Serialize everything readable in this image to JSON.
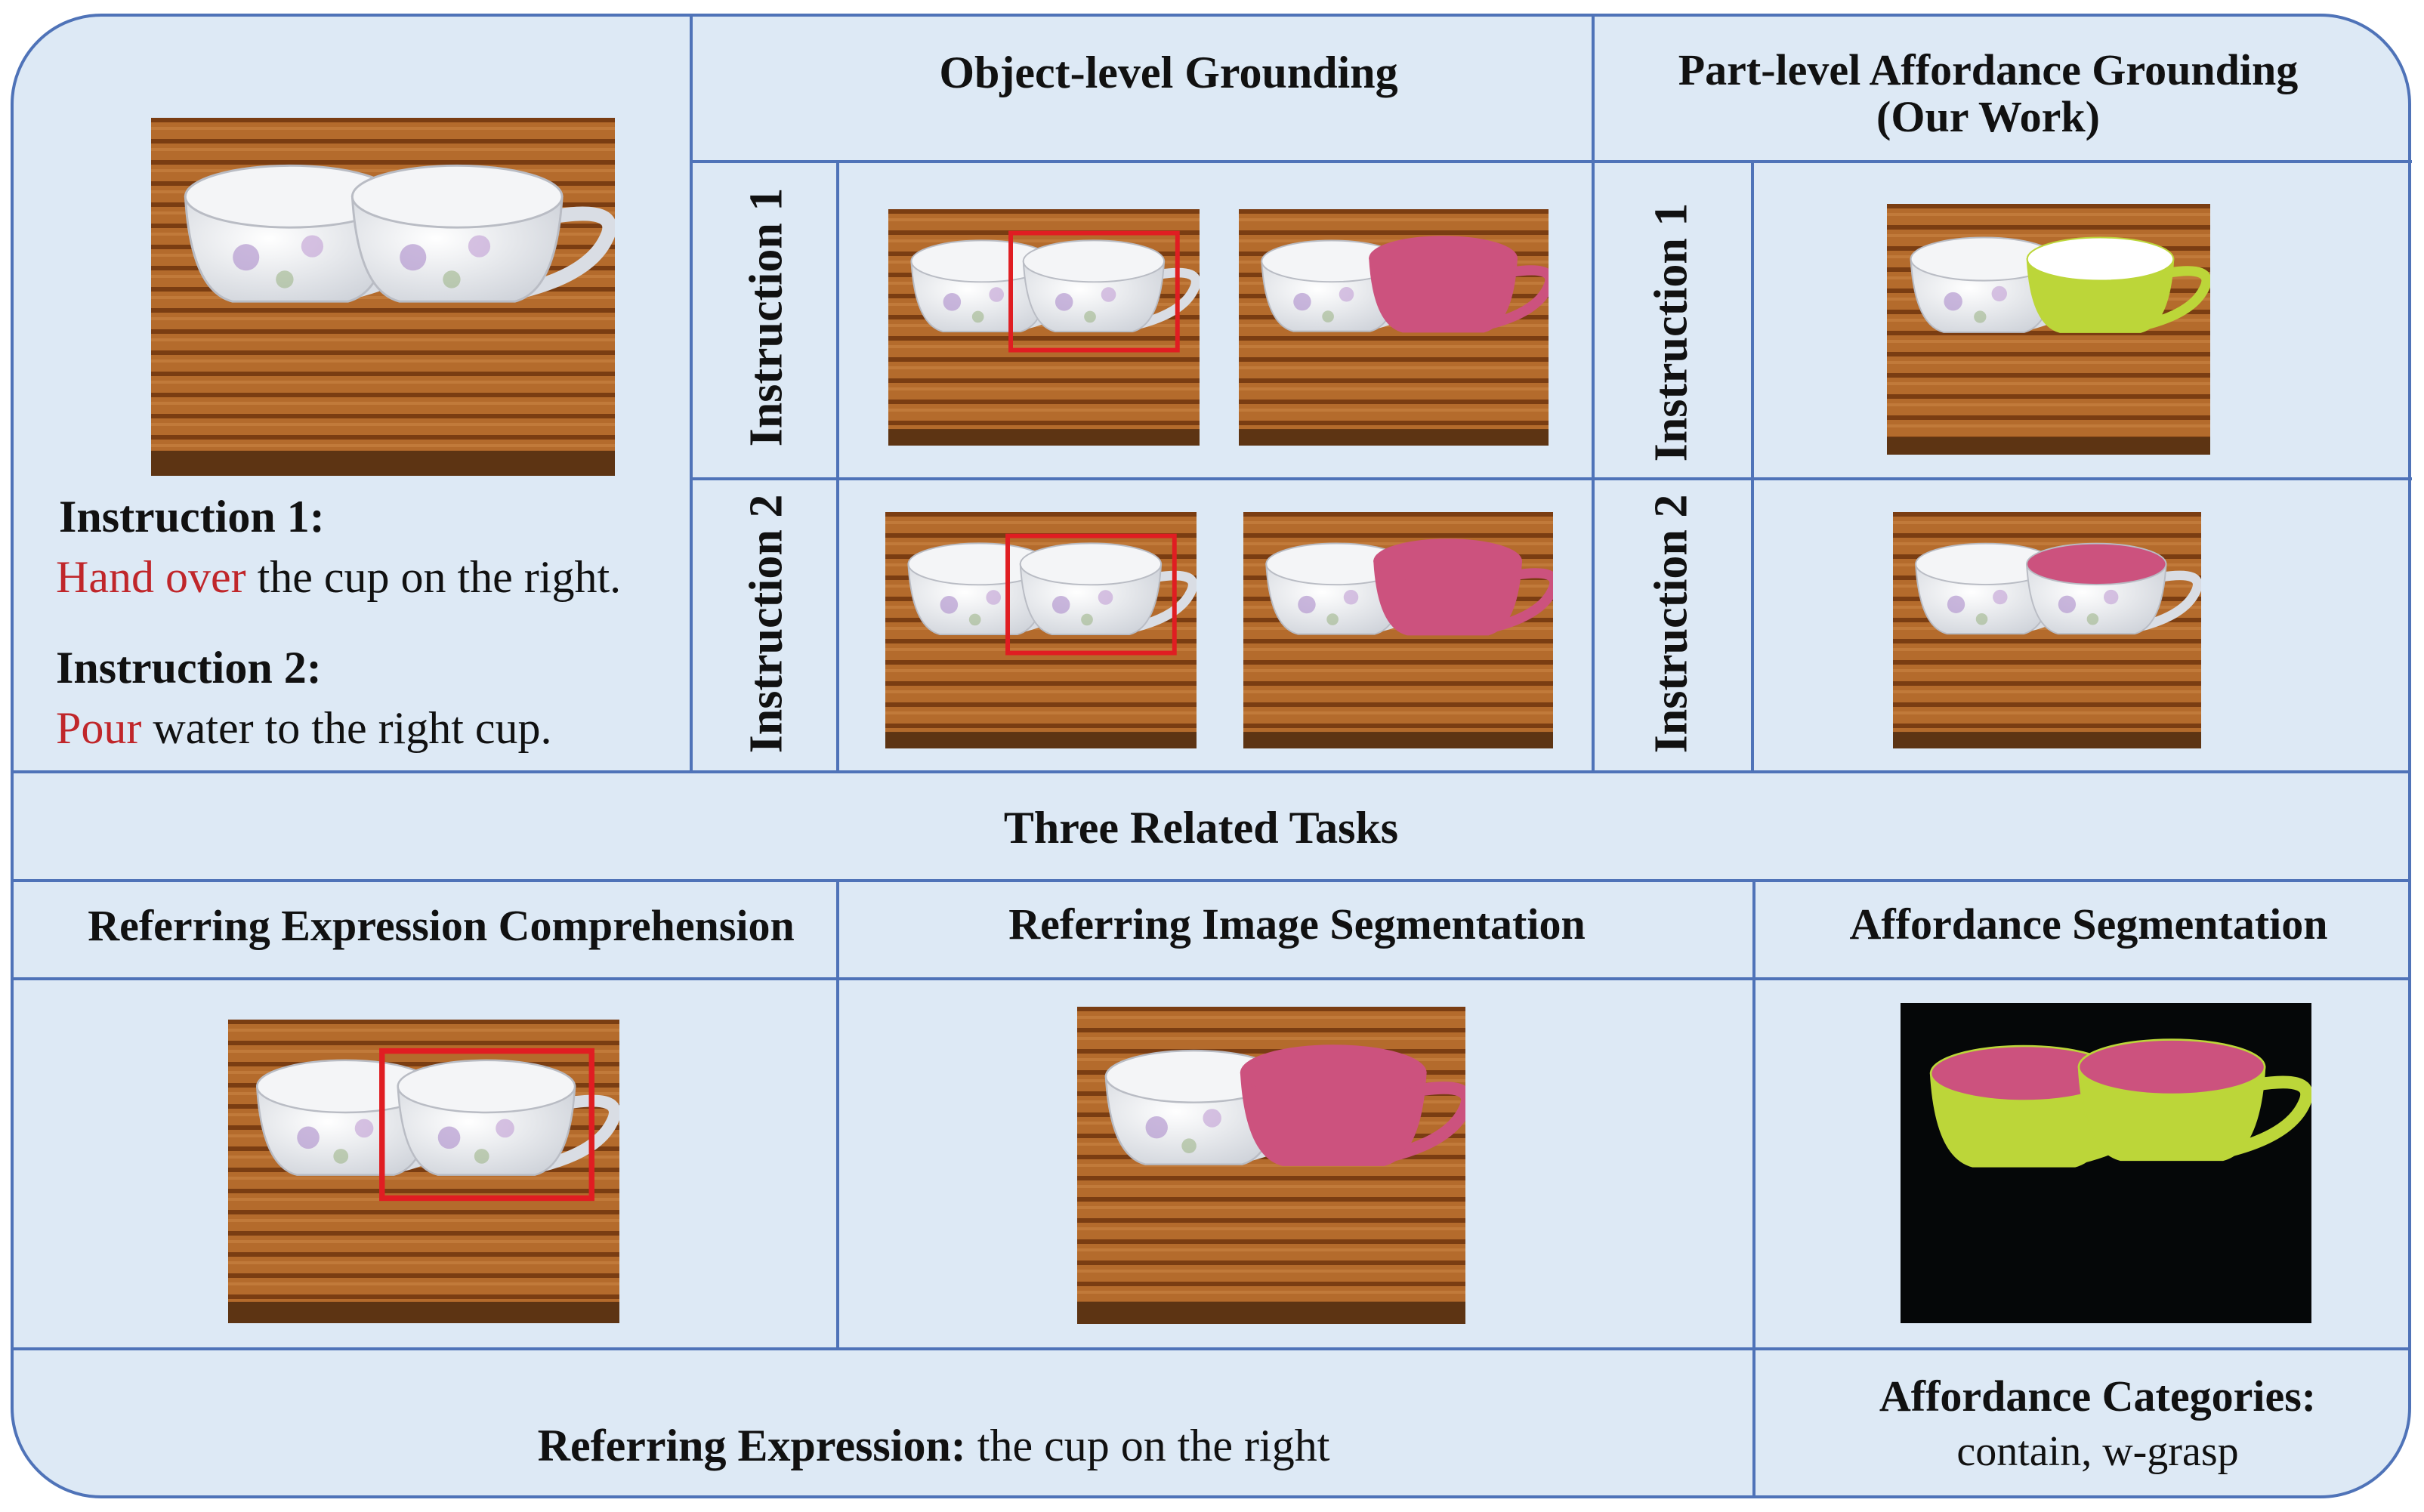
{
  "headers": {
    "object_level": "Object-level Grounding",
    "part_level_line1": "Part-level Affordance Grounding",
    "part_level_line2": "(Our Work)"
  },
  "row_labels": {
    "instruction1": "Instruction 1",
    "instruction2": "Instruction 2"
  },
  "left_panel": {
    "instr1_title": "Instruction 1:",
    "instr1_verb": "Hand over",
    "instr1_rest": " the cup on the right.",
    "instr2_title": "Instruction 2:",
    "instr2_verb": "Pour",
    "instr2_rest": " water to the right cup."
  },
  "related": {
    "title": "Three Related Tasks",
    "rec": "Referring Expression Comprehension",
    "ris": "Referring Image Segmentation",
    "aff": "Affordance Segmentation"
  },
  "footer": {
    "ref_label": "Referring Expression:",
    "ref_value": " the cup on the right",
    "aff_label": "Affordance Categories:",
    "aff_value": "contain, w-grasp"
  },
  "colors": {
    "border": "#4f73b8",
    "background": "#dde9f5",
    "highlight_red": "#c0262a",
    "mask_pink": "#cc527e",
    "mask_green": "#bcd639",
    "box_red": "#e01d22"
  }
}
